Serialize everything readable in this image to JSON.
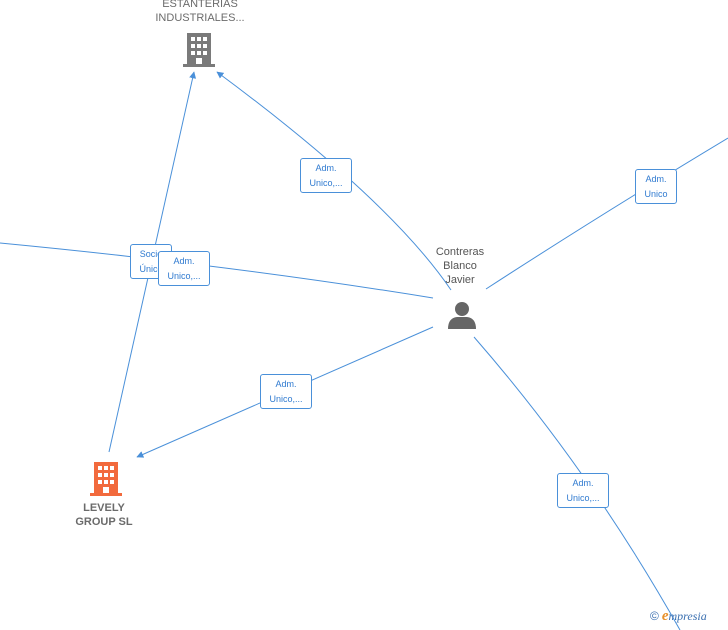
{
  "colors": {
    "edge": "#4a90d9",
    "edge_text": "#2f7ad0",
    "company_gray": "#7a7a7a",
    "company_highlight": "#f26a3d",
    "person": "#666666"
  },
  "nodes": {
    "estanterias": {
      "label": "ESTANTERIAS\nINDUSTRIALES...",
      "icon": "building-icon"
    },
    "levely": {
      "label": "LEVELY\nGROUP  SL",
      "icon": "building-icon"
    },
    "contreras": {
      "label": "Contreras\nBlanco\nJavier",
      "icon": "person-icon"
    }
  },
  "edge_labels": {
    "e1": "Adm.\nUnico,...",
    "e2": "Adm.\nUnico",
    "e3": "Socio\nÚnico",
    "e4": "Adm.\nUnico,...",
    "e5": "Adm.\nUnico,...",
    "e6": "Adm.\nUnico,..."
  },
  "watermark": {
    "copyright": "©",
    "brand_initial": "e",
    "brand_rest": "mpresia"
  }
}
